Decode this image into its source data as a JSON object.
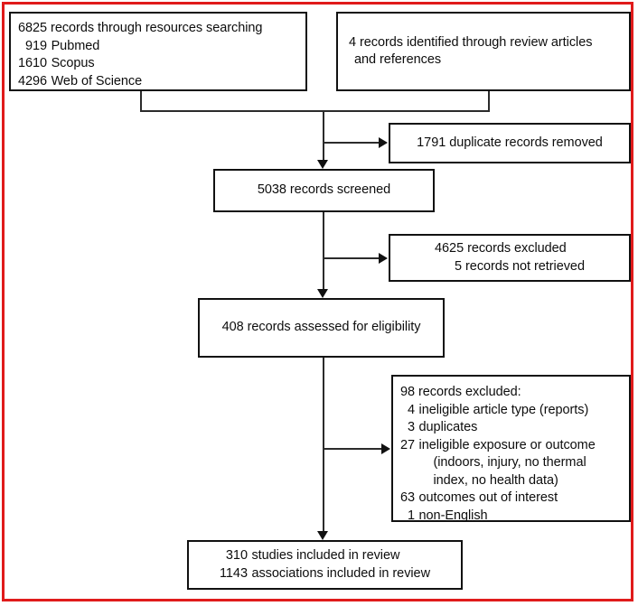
{
  "figure": {
    "kind": "prisma-flow-diagram",
    "frame_color": "#e01b1b",
    "box_border_color": "#111111",
    "background": "#ffffff"
  },
  "nodes": {
    "identification": {
      "header": "6825 records through resources searching",
      "sources": [
        {
          "count": "919",
          "label": "Pubmed"
        },
        {
          "count": "1610",
          "label": "Scopus"
        },
        {
          "count": "4296",
          "label": "Web of Science"
        }
      ]
    },
    "review_references": {
      "line1": "4 records identified through review articles",
      "line2": "and references"
    },
    "duplicates_removed": {
      "text": "1791 duplicate records removed"
    },
    "screened": {
      "text": "5038 records screened"
    },
    "excluded_screening": {
      "line1": "4625 records excluded",
      "line2": "5 records not retrieved"
    },
    "eligibility": {
      "text": "408 records assessed for eligibility"
    },
    "excluded_eligibility": {
      "header": "98 records excluded:",
      "reasons": [
        {
          "count": "4",
          "label": "ineligible article type (reports)"
        },
        {
          "count": "3",
          "label": "duplicates"
        },
        {
          "count": "27",
          "label": "ineligible exposure or outcome"
        },
        {
          "count": "",
          "label": "    (indoors, injury, no thermal"
        },
        {
          "count": "",
          "label": "    index, no health data)"
        },
        {
          "count": "63",
          "label": "outcomes out of interest"
        },
        {
          "count": "1",
          "label": "non-English"
        }
      ]
    },
    "included": {
      "rows": [
        {
          "count": "310",
          "label": "studies included in review"
        },
        {
          "count": "1143",
          "label": "associations included in review"
        }
      ]
    }
  }
}
